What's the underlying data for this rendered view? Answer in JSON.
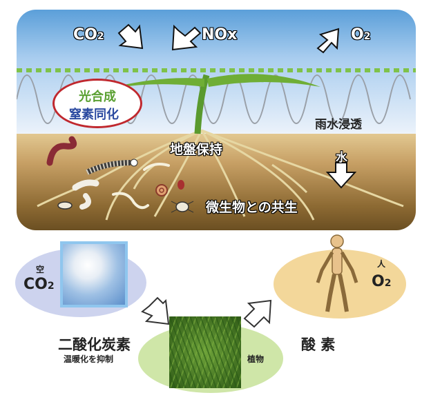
{
  "top_panel": {
    "co2": "CO",
    "co2_sub": "2",
    "nox": "NOx",
    "o2": "O",
    "o2_sub": "2",
    "oval_line1": "光合成",
    "oval_line2": "窒素同化",
    "rain_label": "雨水浸透",
    "ground_label": "地盤保持",
    "water_label": "水",
    "microbe_label": "微生物との共生"
  },
  "cycle": {
    "sky": {
      "label": "空",
      "gas": "CO",
      "gas_sub": "2"
    },
    "human": {
      "label": "人",
      "gas": "O",
      "gas_sub": "2"
    },
    "plant": {
      "label": "植物"
    },
    "co2_title": "二酸化炭素",
    "co2_caption": "温暖化を抑制",
    "oxygen_title": "酸 素"
  },
  "colors": {
    "sky_top": "#5b9fd9",
    "soil": "#8d6a33",
    "plant_green": "#5a9a2e",
    "oval_red": "#c0282e",
    "sky_oval": "#cdd3ee",
    "human_oval": "#f3d79a",
    "plant_oval": "#cfe6a8"
  }
}
